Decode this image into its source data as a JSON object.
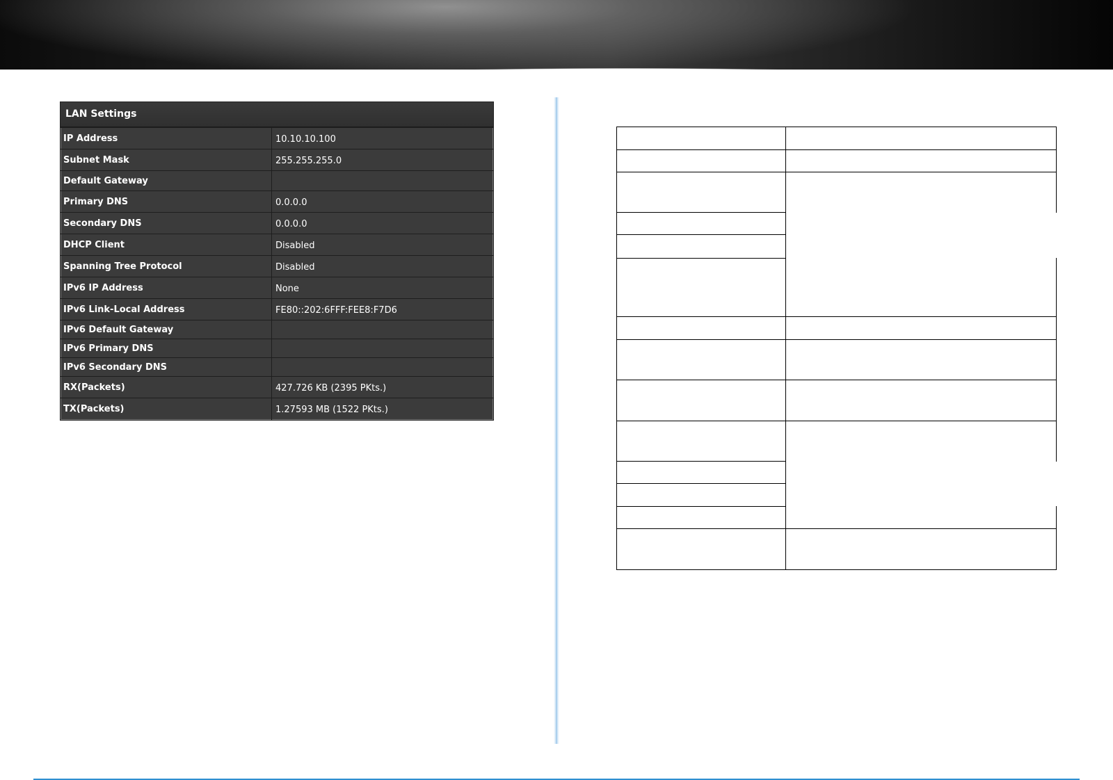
{
  "lan_settings": {
    "title": "LAN Settings",
    "rows": [
      {
        "label": "IP Address",
        "value": "10.10.10.100"
      },
      {
        "label": "Subnet Mask",
        "value": "255.255.255.0"
      },
      {
        "label": "Default Gateway",
        "value": ""
      },
      {
        "label": "Primary DNS",
        "value": "0.0.0.0"
      },
      {
        "label": "Secondary DNS",
        "value": "0.0.0.0"
      },
      {
        "label": "DHCP Client",
        "value": "Disabled"
      },
      {
        "label": "Spanning Tree Protocol",
        "value": "Disabled"
      },
      {
        "label": "IPv6 IP Address",
        "value": "None"
      },
      {
        "label": "IPv6 Link-Local Address",
        "value": "FE80::202:6FFF:FEE8:F7D6"
      },
      {
        "label": "IPv6 Default Gateway",
        "value": ""
      },
      {
        "label": "IPv6 Primary DNS",
        "value": ""
      },
      {
        "label": "IPv6 Secondary DNS",
        "value": ""
      },
      {
        "label": "RX(Packets)",
        "value": "427.726 KB (2395 PKts.)"
      },
      {
        "label": "TX(Packets)",
        "value": "1.27593 MB (1522 PKts.)"
      }
    ]
  },
  "colors": {
    "panel_bg": "#3b3b3b",
    "panel_text": "#ffffff",
    "divider_blue": "#7fb5e3",
    "footer_rule": "#2f8fd0"
  }
}
